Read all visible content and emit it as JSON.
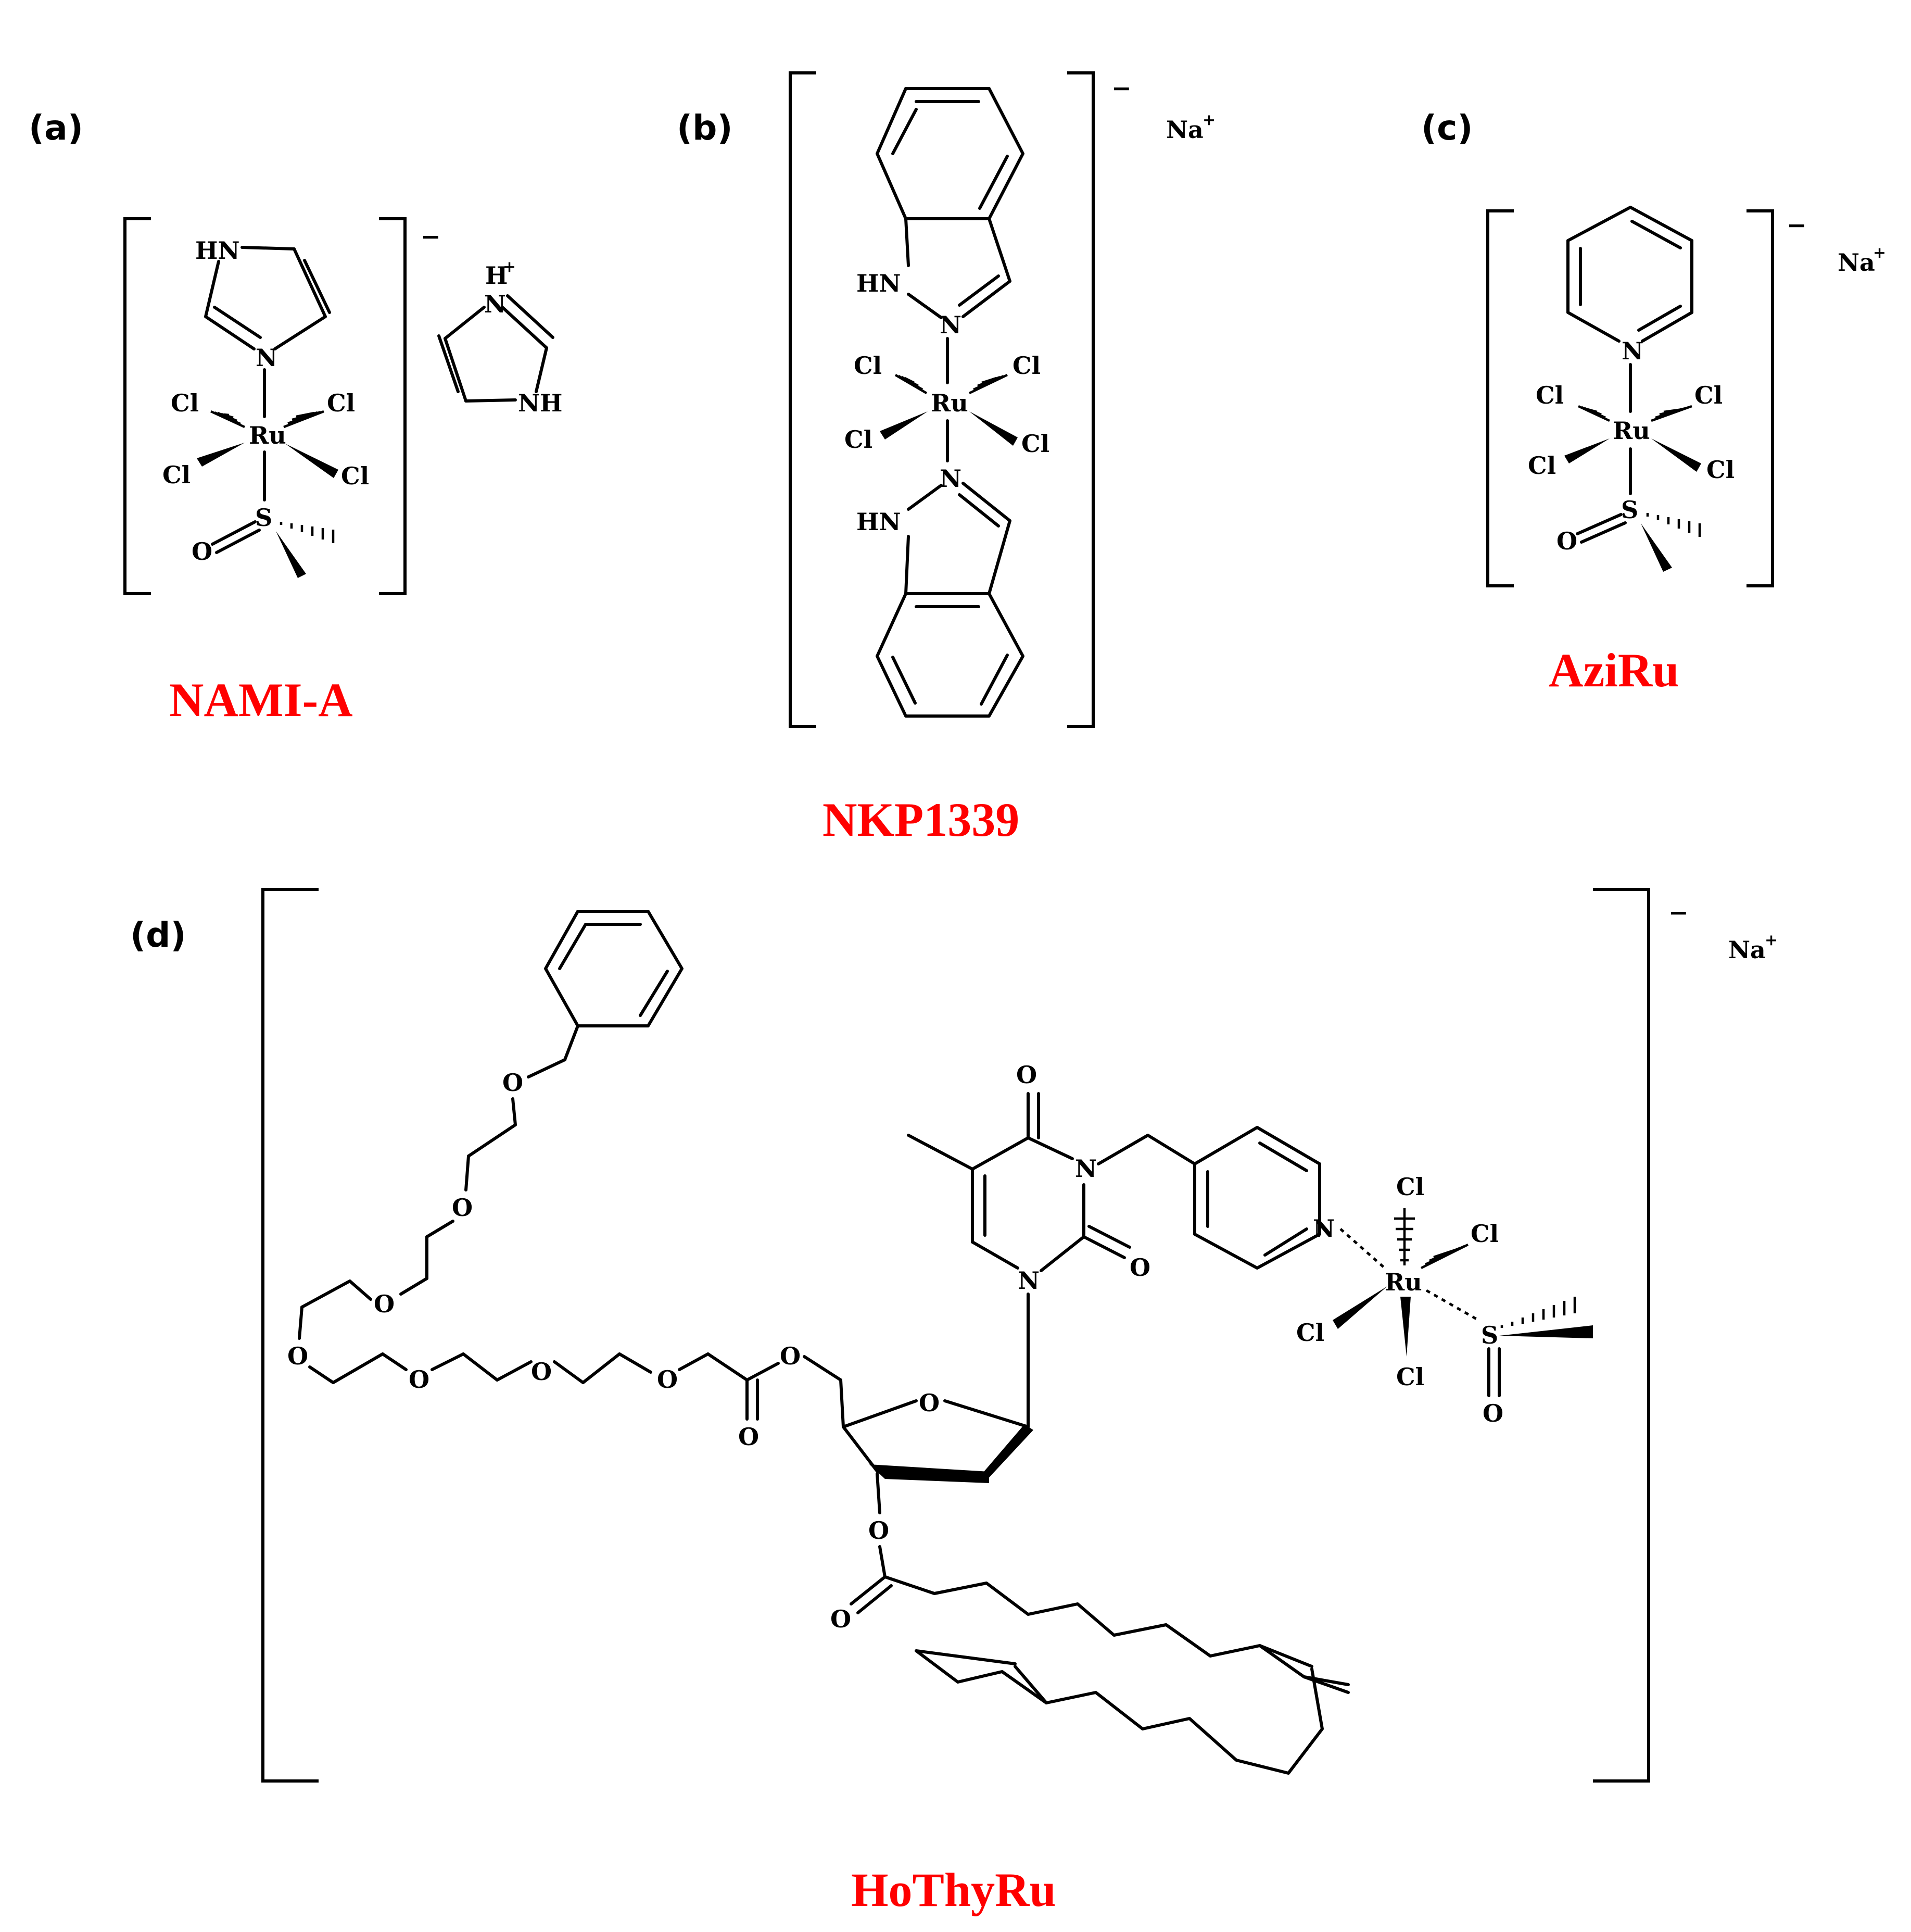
{
  "panels": {
    "a": {
      "label": "(a)",
      "name": "NAMI-A"
    },
    "b": {
      "label": "(b)",
      "name": "NKP1339"
    },
    "c": {
      "label": "(c)",
      "name": "AziRu"
    },
    "d": {
      "label": "(d)",
      "name": "HoThyRu"
    }
  },
  "symbols": {
    "Ru": "Ru",
    "Cl": "Cl",
    "S": "S",
    "O": "O",
    "N": "N",
    "HN": "HN",
    "NH": "NH",
    "H": "H",
    "Na": "Na",
    "plus": "+",
    "minus": "−"
  },
  "colors": {
    "name_red": "#ff0000",
    "ink": "#000000",
    "background": "#ffffff"
  }
}
